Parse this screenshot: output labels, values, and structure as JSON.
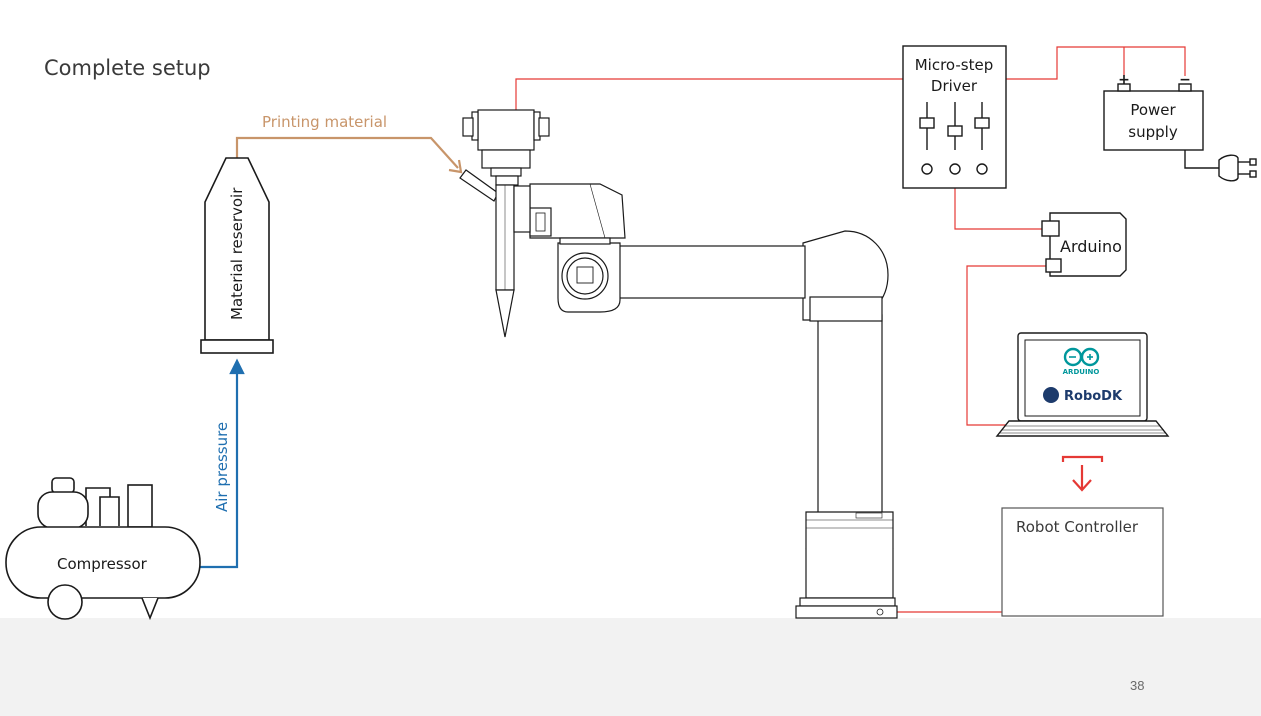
{
  "slide": {
    "title": "Complete setup",
    "page_number": "38"
  },
  "labels": {
    "printing_material": "Printing material",
    "material_reservoir": "Material reservoir",
    "air_pressure": "Air pressure",
    "compressor": "Compressor",
    "driver_line1": "Micro-step",
    "driver_line2": "Driver",
    "power_line1": "Power",
    "power_line2": "supply",
    "arduino": "Arduino",
    "arduino_logo_text": "ARDUINO",
    "robodk": "RoboDK",
    "robot_controller": "Robot Controller",
    "plus": "+",
    "minus": "−"
  },
  "colors": {
    "material_line": "#c8956a",
    "air_line": "#1f6fb0",
    "signal_line": "#e53935",
    "outline": "#1a1a1a",
    "arduino_teal": "#00979c",
    "robodk_navy": "#1d3b6c",
    "footer": "#f2f2f2"
  }
}
